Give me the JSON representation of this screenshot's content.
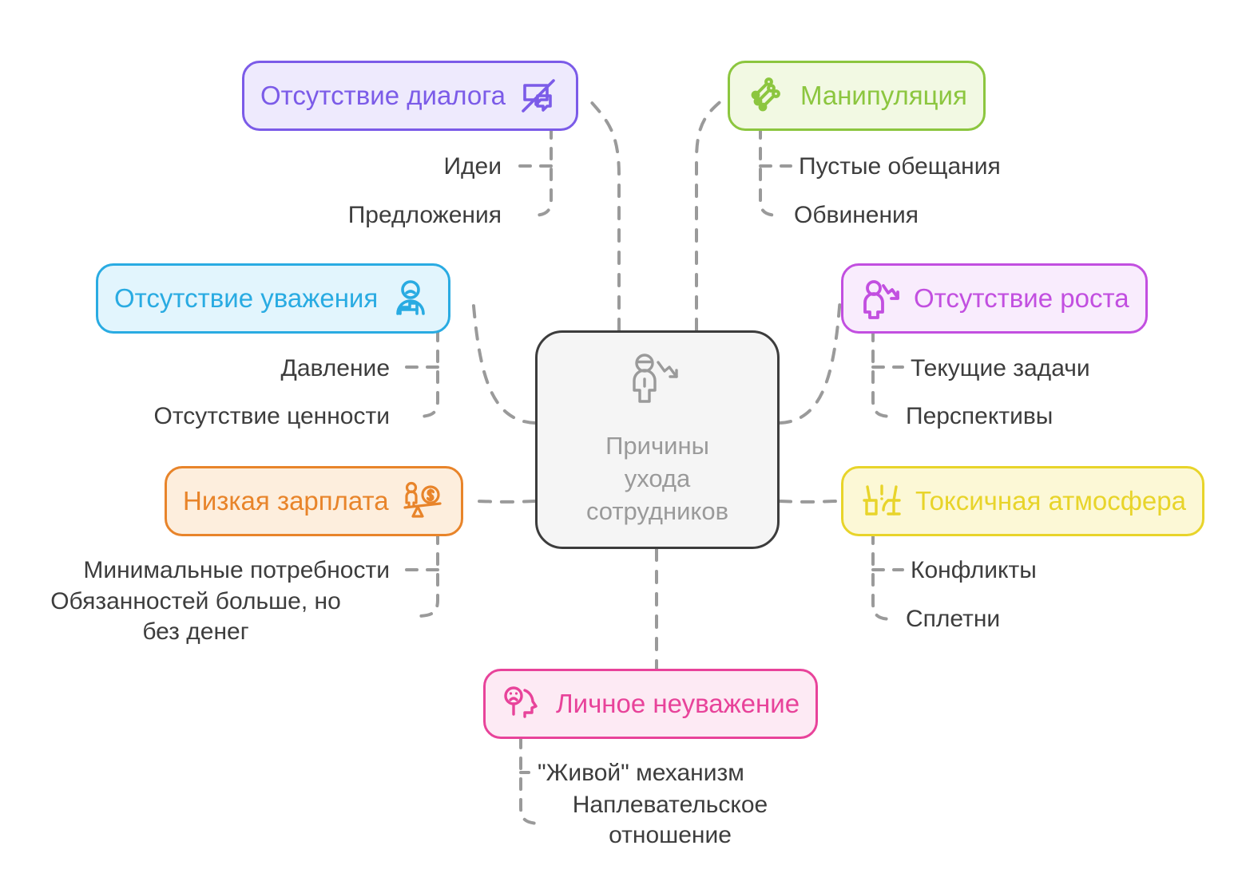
{
  "diagram": {
    "title": "Причины ухода сотрудников",
    "center": {
      "label": "Причины\nухода\nсотрудников",
      "icon": "employee-decline-icon",
      "border_color": "#3c3c3c",
      "fill_color": "#f5f5f5",
      "text_color": "#9a9a9a"
    },
    "branches": [
      {
        "id": "no-dialogue",
        "label": "Отсутствие диалога",
        "icon": "no-chat-icon",
        "icon_side": "right",
        "border_color": "#7b5be8",
        "fill_color": "#eeeafd",
        "text_color": "#7b5be8",
        "children": [
          "Идеи",
          "Предложения"
        ]
      },
      {
        "id": "manipulation",
        "label": "Манипуляция",
        "icon": "puppet-strings-icon",
        "icon_side": "left",
        "border_color": "#8cc63f",
        "fill_color": "#f2f9e3",
        "text_color": "#8cc63f",
        "children": [
          "Пустые обещания",
          "Обвинения"
        ]
      },
      {
        "id": "no-respect",
        "label": "Отсутствие уважения",
        "icon": "sad-person-desk-icon",
        "icon_side": "right",
        "border_color": "#29abe2",
        "fill_color": "#e2f5fd",
        "text_color": "#29abe2",
        "children": [
          "Давление",
          "Отсутствие ценности"
        ]
      },
      {
        "id": "no-growth",
        "label": "Отсутствие роста",
        "icon": "person-down-arrow-icon",
        "icon_side": "left",
        "border_color": "#c24fe0",
        "fill_color": "#f9ecfd",
        "text_color": "#c24fe0",
        "children": [
          "Текущие задачи",
          "Перспективы"
        ]
      },
      {
        "id": "low-salary",
        "label": "Низкая зарплата",
        "icon": "salary-balance-icon",
        "icon_side": "right",
        "border_color": "#e8842a",
        "fill_color": "#fdeedd",
        "text_color": "#e8842a",
        "children": [
          "Минимальные потребности",
          "Обязанностей больше, но\nбез денег"
        ]
      },
      {
        "id": "toxic-atmosphere",
        "label": "Токсичная атмосфера",
        "icon": "office-chairs-warning-icon",
        "icon_side": "left",
        "border_color": "#e8d42a",
        "fill_color": "#fcf8d6",
        "text_color": "#e8d42a",
        "children": [
          "Конфликты",
          "Сплетни"
        ]
      },
      {
        "id": "personal-disrespect",
        "label": "Личное неуважение",
        "icon": "sad-face-head-icon",
        "icon_side": "left",
        "border_color": "#e8439a",
        "fill_color": "#fdeaf4",
        "text_color": "#e8439a",
        "children": [
          "\"Живой\" механизм",
          "Наплевательское\nотношение"
        ]
      }
    ],
    "connector_color": "#9a9a9a",
    "background_color": "#ffffff"
  }
}
